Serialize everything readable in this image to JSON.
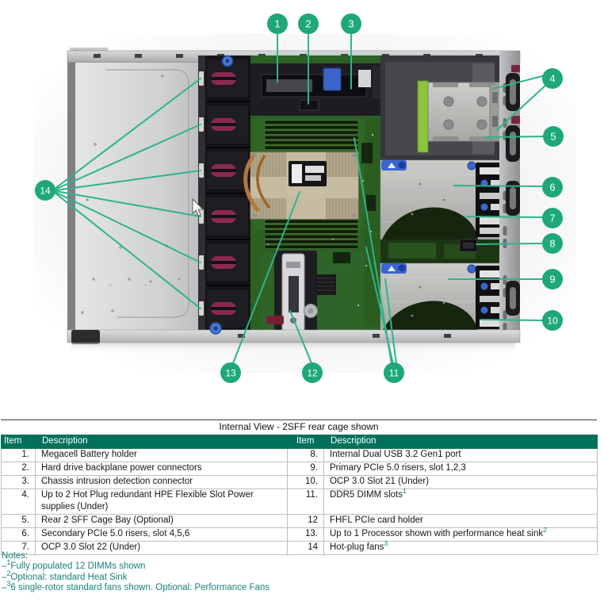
{
  "figure": {
    "caption_context": "server top internal view with numbered callouts",
    "callouts": [
      "1",
      "2",
      "3",
      "4",
      "5",
      "6",
      "7",
      "8",
      "9",
      "10",
      "11",
      "12",
      "13",
      "14"
    ]
  },
  "table": {
    "title": "Internal View - 2SFF rear cage shown",
    "headers": [
      "Item",
      "Description",
      "Item",
      "Description"
    ],
    "rows": [
      {
        "item1": "1.",
        "desc1": "Megacell Battery holder",
        "item2": "8.",
        "desc2": "Internal Dual USB 3.2 Gen1 port"
      },
      {
        "item1": "2.",
        "desc1": "Hard drive backplane power connectors",
        "item2": "9.",
        "desc2": "Primary PCIe 5.0 risers, slot 1,2,3"
      },
      {
        "item1": "3.",
        "desc1": "Chassis intrusion detection connector",
        "item2": "10.",
        "desc2": "OCP 3.0 Slot 21 (Under)"
      },
      {
        "item1": "4.",
        "desc1": "Up to 2 Hot Plug redundant HPE Flexible Slot Power supplies (Under)",
        "item2": "11.",
        "desc2": "DDR5 DIMM slots",
        "sup2": "1"
      },
      {
        "item1": "5.",
        "desc1": "Rear 2 SFF Cage Bay (Optional)",
        "item2": "12",
        "desc2": "FHFL PCIe card holder"
      },
      {
        "item1": "6.",
        "desc1": "Secondary PCIe 5.0 risers, slot 4,5,6",
        "item2": "13.",
        "desc2": "Up to 1 Processor shown with performance heat sink",
        "sup2": "2"
      },
      {
        "item1": "7.",
        "desc1": "OCP 3.0 Slot 22 (Under)",
        "item2": "14",
        "desc2": "Hot-plug fans",
        "sup2": "3."
      }
    ]
  },
  "notes": {
    "label": "Notes:",
    "items": [
      {
        "marker": "–",
        "sup": "1",
        "text": "Fully populated 12 DIMMs shown"
      },
      {
        "marker": "–",
        "sup": "2",
        "text": "Optional: standard Heat Sink"
      },
      {
        "marker": "–",
        "sup": "3",
        "text": "6 single-rotor standard fans shown. Optional: Performance Fans"
      }
    ]
  },
  "colors": {
    "callout_green": "#1ea879",
    "leader_line_green": "#2fb38c",
    "table_header_green": "#01715a",
    "notes_teal": "#17807a",
    "fan_hub_maroon": "#8c2950",
    "pcb_green": "#2d6124",
    "latch_blue": "#3a66d2"
  }
}
